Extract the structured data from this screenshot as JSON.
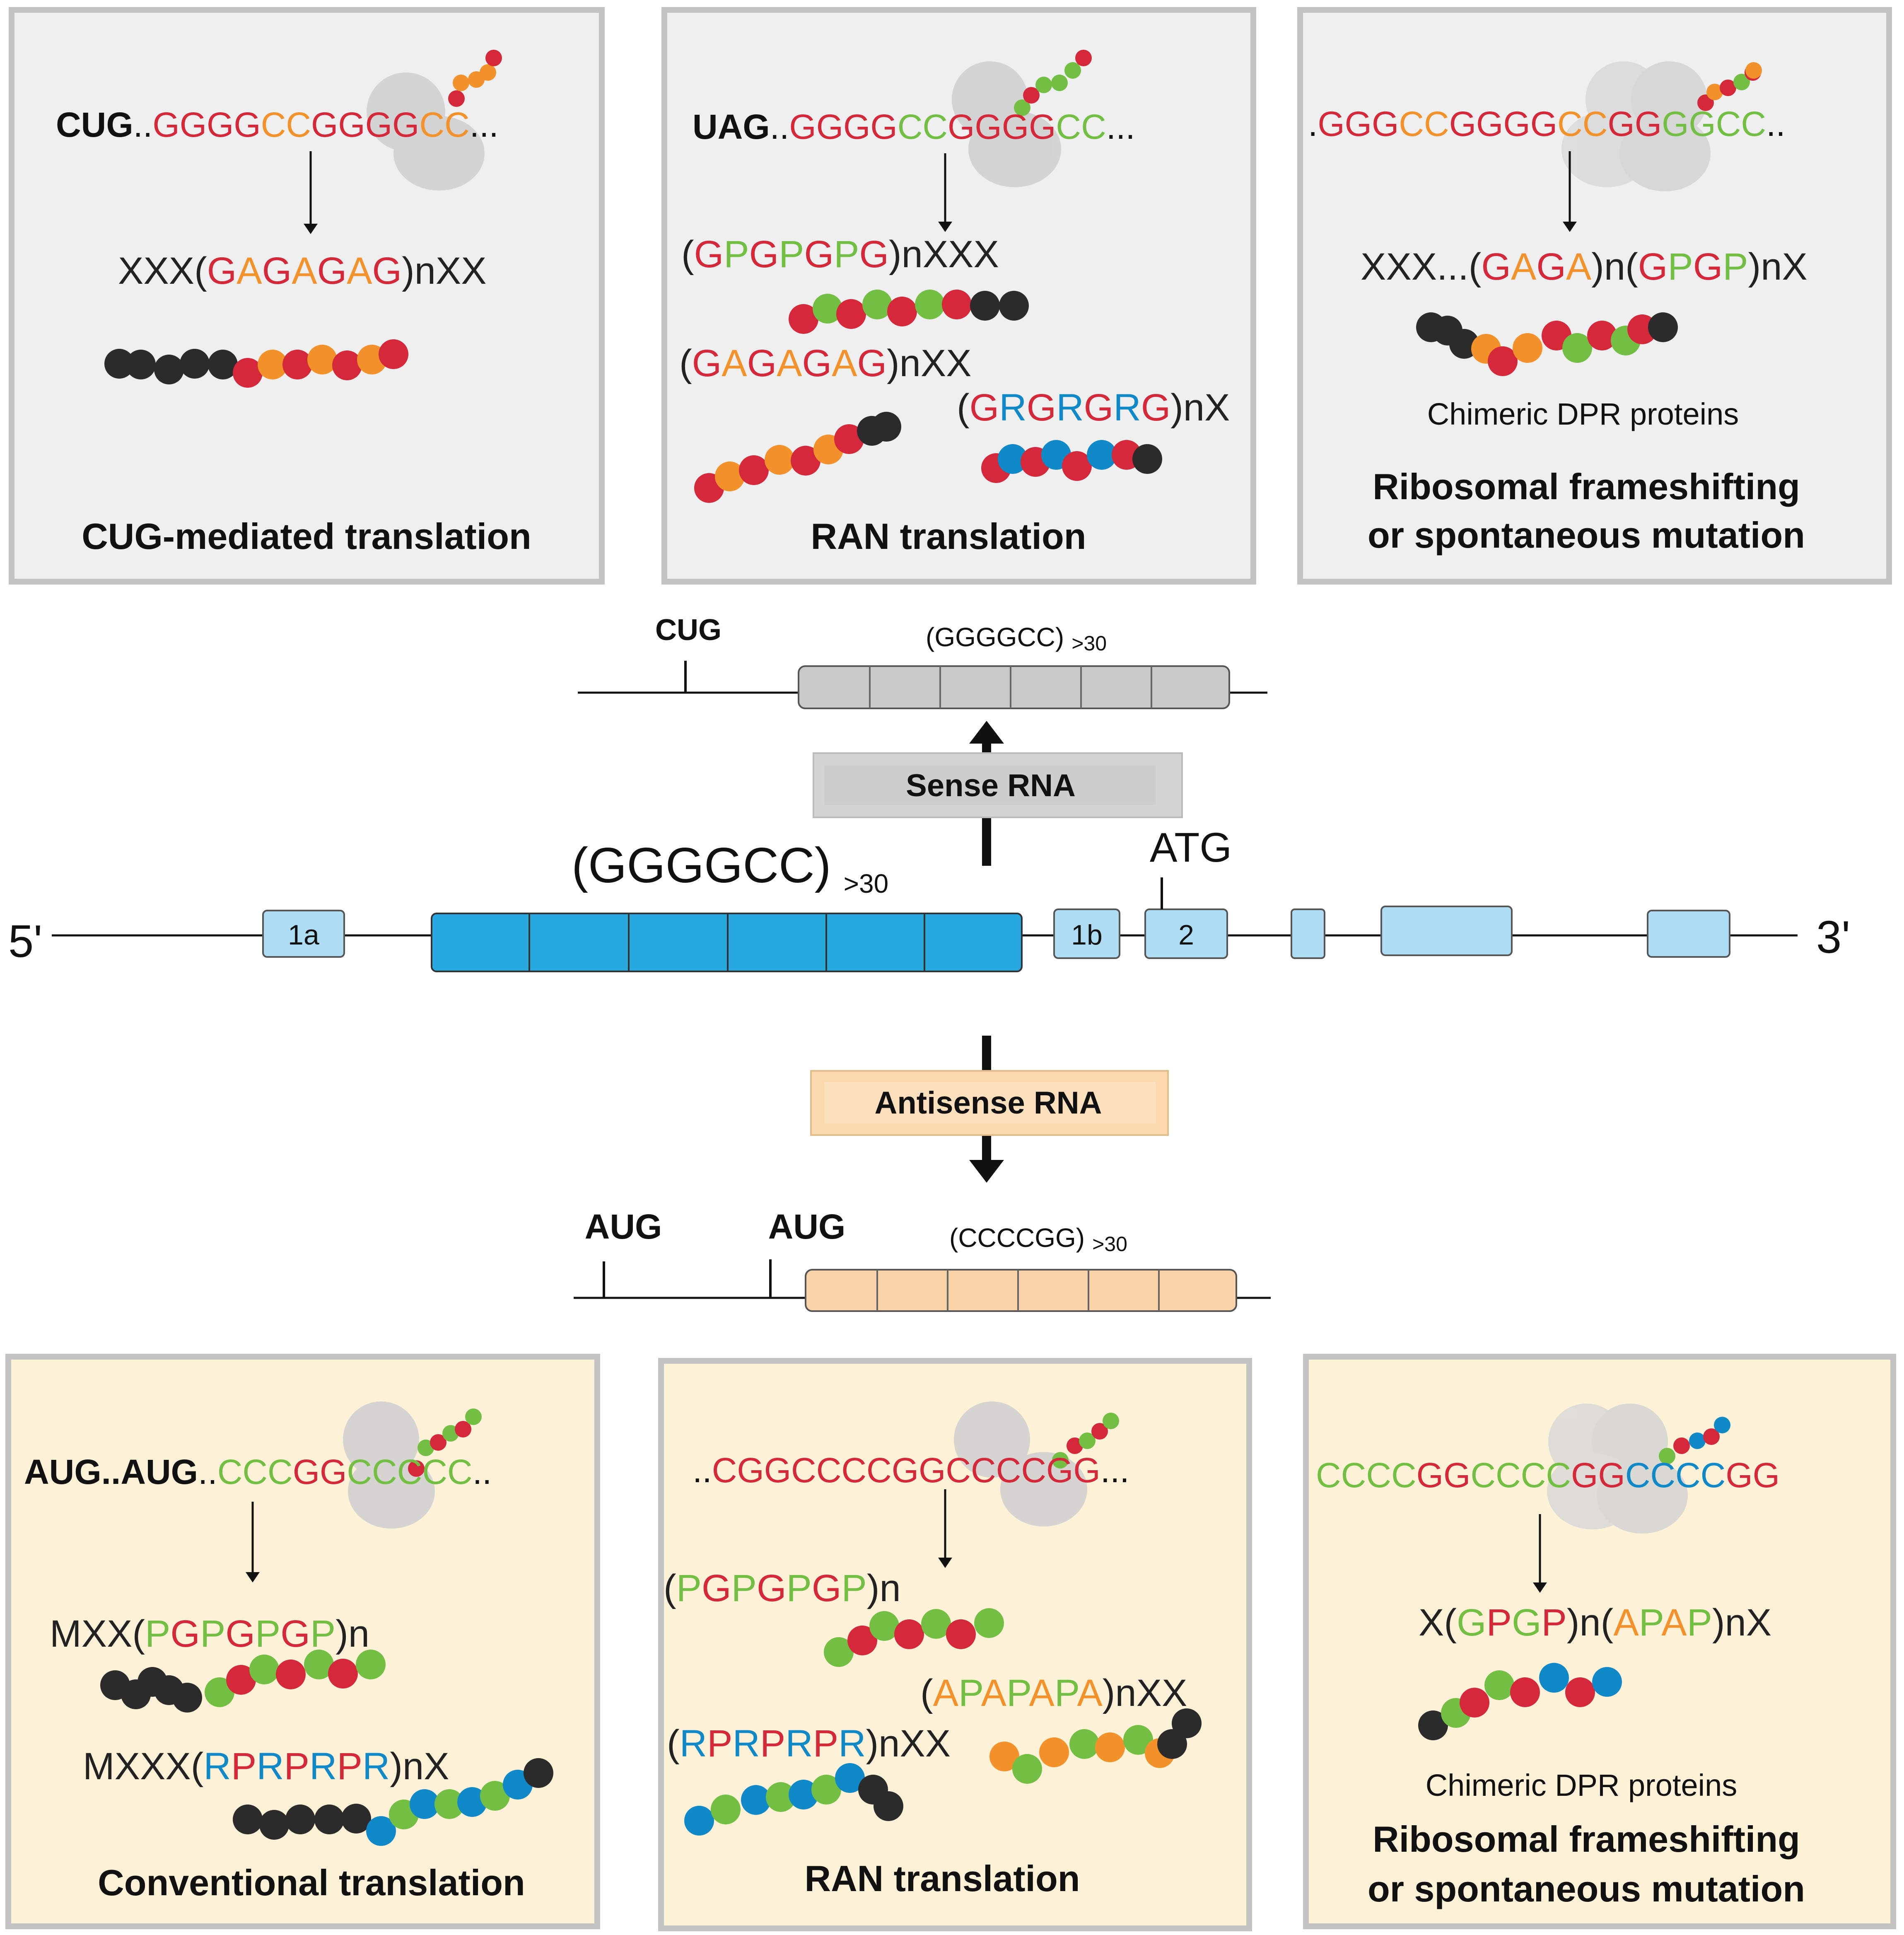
{
  "colors": {
    "red": "#d6283b",
    "orange": "#f3922a",
    "green": "#73bf44",
    "blue": "#1089c9",
    "black": "#2b2b2b",
    "sense_panel_bg": "#efefef",
    "antisense_panel_bg": "#fdf1d7",
    "panel_border": "#c3c3c3",
    "exon_dark": "#27a9df",
    "exon_light": "#aedcf3",
    "sense_repeat": "#c9c9c9",
    "antisense_repeat": "#f9d3a5",
    "ribosome": "#cfcfcf"
  },
  "sense_panels": [
    {
      "label": "CUG-mediated translation",
      "rna_start": "CUG",
      "rna_sep": "..",
      "rna_seq": "GGGGCCGGGGCC",
      "rna_end": "...",
      "products": [
        "XXX(GAGAGAG)nXX"
      ]
    },
    {
      "label": "RAN translation",
      "rna_start": "UAG",
      "rna_sep": "..",
      "rna_seq": "GGGGCCGGGGCC",
      "rna_end": "...",
      "products": [
        "(GPGPGPG)nXXX",
        "(GAGAGAG)nXX",
        "(GRGRGRG)nX"
      ]
    },
    {
      "label_line1": "Ribosomal frameshifting",
      "label_line2": "or spontaneous mutation",
      "rna_seq": ".GGGCCGGGGCCGGGGCC..",
      "products": [
        "XXX...(GAGA)n(GPGP)nX"
      ],
      "caption": "Chimeric DPR proteins"
    }
  ],
  "antisense_panels": [
    {
      "label": "Conventional translation",
      "rna_start": "AUG..AUG",
      "rna_sep": "..",
      "rna_seq": "CCCGGCCCCC",
      "rna_end": "..",
      "products": [
        "MXX(PGPGPGP)n",
        "MXXX(RPRPRPR)nX"
      ]
    },
    {
      "label": "RAN translation",
      "rna_seq": "..CGGCCCCGGCCCCGG...",
      "products": [
        "(PGPGPGP)n",
        "(APAPAPA)nXX",
        "(RPRPRPR)nXX"
      ]
    },
    {
      "label_line1": "Ribosomal frameshifting",
      "label_line2": "or spontaneous mutation",
      "rna_seq": "CCCCGGCCCCGGCCCCGG",
      "products": [
        "X(GPGP)n(APAP)nX"
      ],
      "caption": "Chimeric DPR proteins"
    }
  ],
  "sense_rna": {
    "box_label": "Sense RNA",
    "start_codon": "CUG",
    "repeat_label": "(GGGGCC)",
    "repeat_count": ">30"
  },
  "antisense_rna": {
    "box_label": "Antisense RNA",
    "start_codon_1": "AUG",
    "start_codon_2": "AUG",
    "repeat_label": "(CCCCGG)",
    "repeat_count": ">30"
  },
  "gene": {
    "five_prime": "5'",
    "three_prime": "3'",
    "repeat_label": "(GGGGCC)",
    "repeat_count": ">30",
    "atg_label": "ATG",
    "exon_labels": [
      "1a",
      "1b",
      "2"
    ]
  }
}
